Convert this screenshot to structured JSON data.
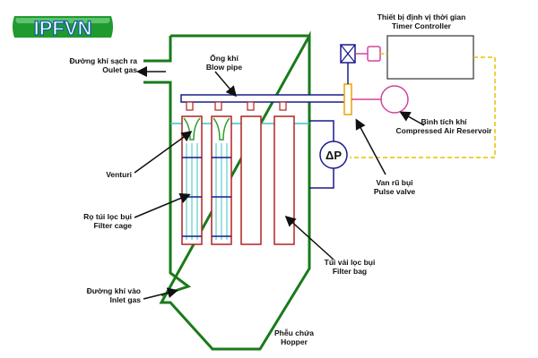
{
  "logo": {
    "text": "IPFVN"
  },
  "labels": {
    "outlet": {
      "vi": "Đường khí sạch ra",
      "en": "Oulet gas"
    },
    "blowpipe": {
      "vi": "Ống khí",
      "en": "Blow pipe"
    },
    "timer": {
      "vi": "Thiết bị định vị thời gian",
      "en": "Timer Controller"
    },
    "reservoir": {
      "vi": "Bình tích khí",
      "en": "Compressed Air Reservoir"
    },
    "venturi": {
      "en": "Venturi"
    },
    "pulse": {
      "vi": "Van rũ bụi",
      "en": "Pulse valve"
    },
    "cage": {
      "vi": "Rọ túi lọc bụi",
      "en": "Filter cage"
    },
    "bag": {
      "vi": "Túi vải lọc bụi",
      "en": "Filter bag"
    },
    "inlet": {
      "vi": "Đường khí vào",
      "en": "Inlet gas"
    },
    "hopper": {
      "vi": "Phễu chứa",
      "en": "Hopper"
    }
  },
  "colors": {
    "housing": "#1a7a1a",
    "bag": "#b22222",
    "blowpipe": "#1a1a8c",
    "air_line": "#e6c200",
    "valve": "#d0459b",
    "accent_green": "#2aa02a"
  }
}
